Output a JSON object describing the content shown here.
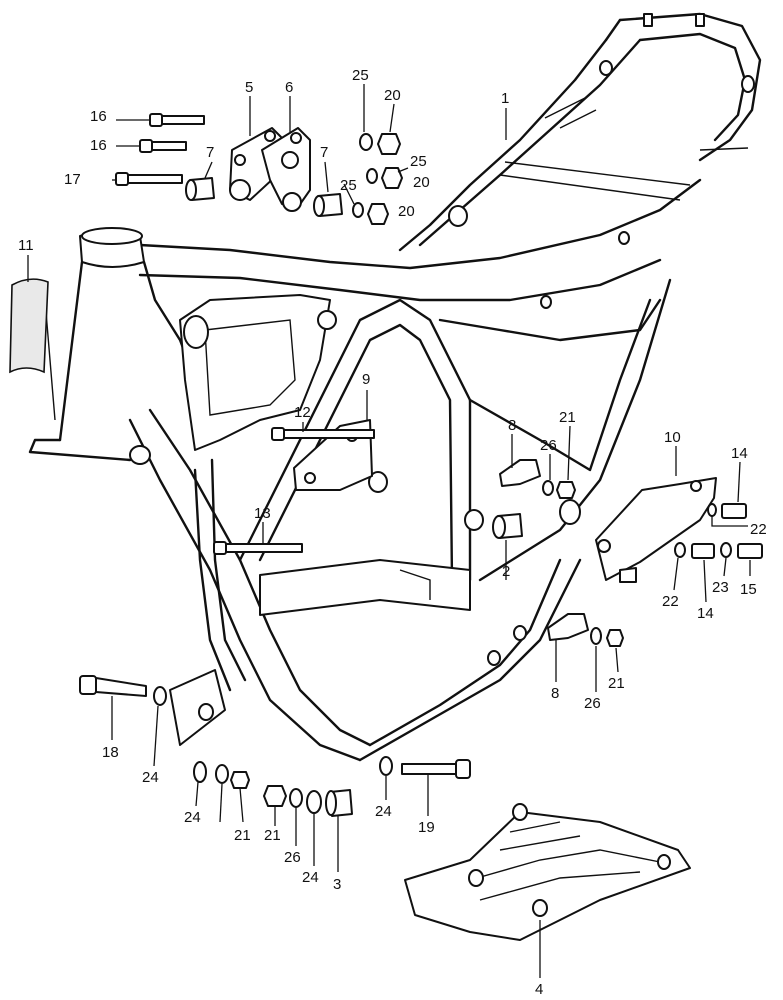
{
  "callouts": [
    {
      "id": "c1",
      "text": "1"
    },
    {
      "id": "c2",
      "text": "2"
    },
    {
      "id": "c3",
      "text": "3"
    },
    {
      "id": "c4",
      "text": "4"
    },
    {
      "id": "c5",
      "text": "5"
    },
    {
      "id": "c6",
      "text": "6"
    },
    {
      "id": "c7a",
      "text": "7"
    },
    {
      "id": "c7b",
      "text": "7"
    },
    {
      "id": "c8a",
      "text": "8"
    },
    {
      "id": "c8b",
      "text": "8"
    },
    {
      "id": "c9",
      "text": "9"
    },
    {
      "id": "c10",
      "text": "10"
    },
    {
      "id": "c11",
      "text": "11"
    },
    {
      "id": "c12",
      "text": "12"
    },
    {
      "id": "c13",
      "text": "13"
    },
    {
      "id": "c14a",
      "text": "14"
    },
    {
      "id": "c14b",
      "text": "14"
    },
    {
      "id": "c15",
      "text": "15"
    },
    {
      "id": "c16a",
      "text": "16"
    },
    {
      "id": "c16b",
      "text": "16"
    },
    {
      "id": "c17",
      "text": "17"
    },
    {
      "id": "c18",
      "text": "18"
    },
    {
      "id": "c19",
      "text": "19"
    },
    {
      "id": "c20a",
      "text": "20"
    },
    {
      "id": "c20b",
      "text": "20"
    },
    {
      "id": "c20c",
      "text": "20"
    },
    {
      "id": "c21a",
      "text": "21"
    },
    {
      "id": "c21b",
      "text": "21"
    },
    {
      "id": "c21c",
      "text": "21"
    },
    {
      "id": "c21d",
      "text": "21"
    },
    {
      "id": "c22a",
      "text": "22"
    },
    {
      "id": "c22b",
      "text": "22"
    },
    {
      "id": "c23",
      "text": "23"
    },
    {
      "id": "c24a",
      "text": "24"
    },
    {
      "id": "c24b",
      "text": "24"
    },
    {
      "id": "c24c",
      "text": "24"
    },
    {
      "id": "c24d",
      "text": "24"
    },
    {
      "id": "c25a",
      "text": "25"
    },
    {
      "id": "c25b",
      "text": "25"
    },
    {
      "id": "c25c",
      "text": "25"
    },
    {
      "id": "c26a",
      "text": "26"
    },
    {
      "id": "c26b",
      "text": "26"
    },
    {
      "id": "c26c",
      "text": "26"
    }
  ]
}
